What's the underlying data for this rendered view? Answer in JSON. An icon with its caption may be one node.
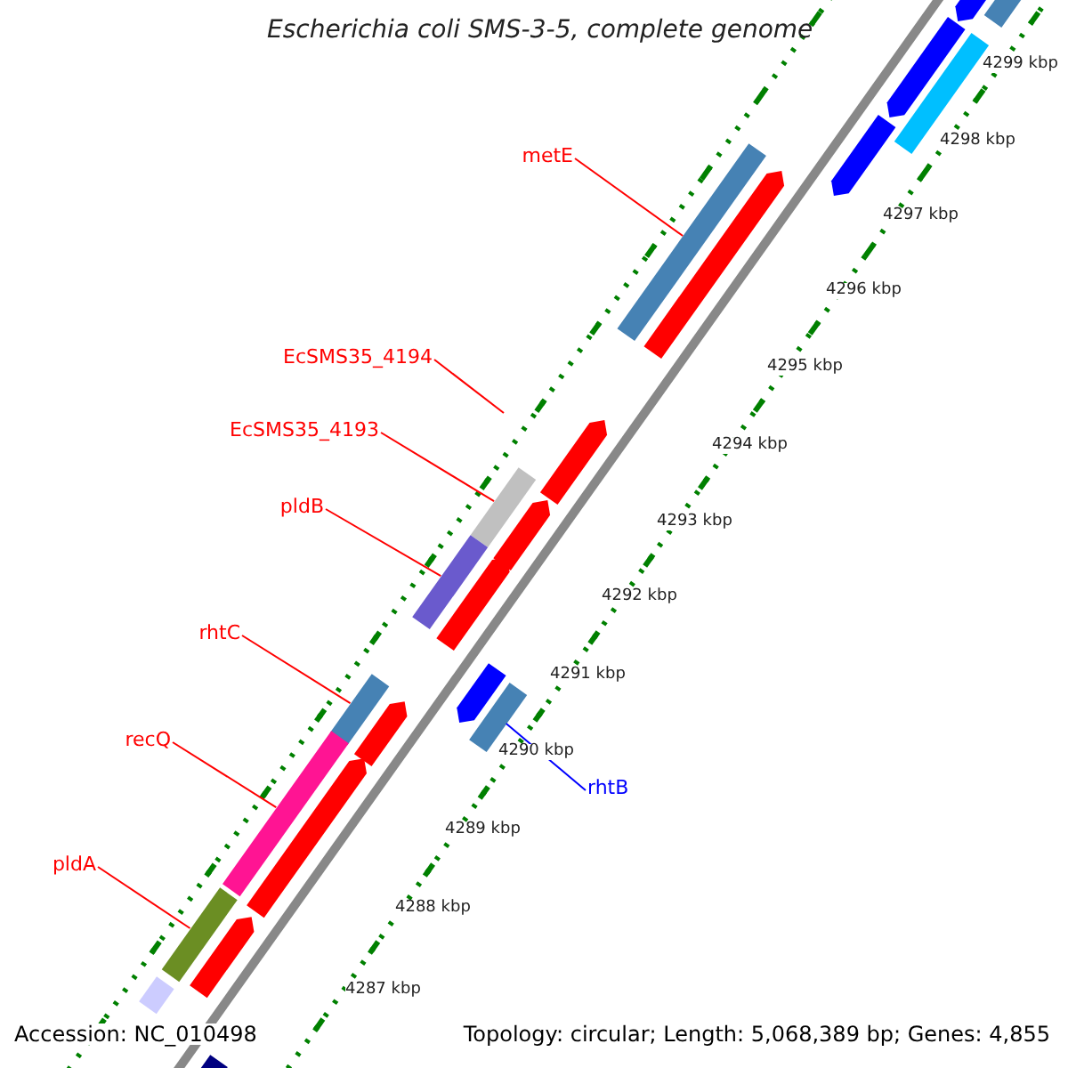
{
  "diagram": {
    "title": "Escherichia coli SMS-3-5, complete genome",
    "nodes": [
      {
        "text": [
          "metE"
        ]
      },
      {
        "text": [],
        "shape": "bar"
      },
      {
        "text": [
          "EcSMS35_4194"
        ]
      },
      {
        "text": [
          "EcSMS35_4193"
        ]
      },
      {
        "text": [],
        "shape": "bar"
      },
      {
        "text": [
          "pldB"
        ]
      },
      {
        "text": [],
        "shape": "bar"
      },
      {
        "text": [
          "rhtC"
        ]
      },
      {
        "text": [],
        "shape": "bar"
      },
      {
        "text": [
          "recQ"
        ]
      },
      {
        "text": [],
        "shape": "bar"
      },
      {
        "text": [
          "pldA"
        ]
      },
      {
        "text": [],
        "shape": "bar"
      },
      {
        "text": [
          "rhtB"
        ]
      },
      {
        "text": [],
        "shape": "bar"
      },
      {
        "text": [],
        "shape": "arrow"
      },
      {
        "text": [],
        "shape": "arrow"
      },
      {
        "text": [],
        "shape": "arrow"
      },
      {
        "text": [],
        "shape": "arrow"
      },
      {
        "text": [],
        "shape": "arrow"
      },
      {
        "text": [],
        "shape": "arrow"
      },
      {
        "text": [],
        "shape": "arrow"
      },
      {
        "text": [],
        "shape": "arrow"
      },
      {
        "text": [],
        "shape": "arrow"
      },
      {
        "text": [],
        "shape": "arrow"
      },
      {
        "text": [],
        "shape": "arrow"
      },
      {
        "text": [],
        "shape": "arrow"
      },
      {
        "text": [],
        "shape": "bar"
      },
      {
        "text": [],
        "shape": "bar"
      },
      {
        "text": [],
        "shape": "bar"
      }
    ],
    "edges": [
      {
        "from": 0,
        "to": 1,
        "arrow": "none"
      },
      {
        "from": 2,
        "to": null,
        "arrow": "none"
      },
      {
        "from": 3,
        "to": 4,
        "arrow": "none"
      },
      {
        "from": 5,
        "to": 6,
        "arrow": "none"
      },
      {
        "from": 7,
        "to": 8,
        "arrow": "none"
      },
      {
        "from": 9,
        "to": 10,
        "arrow": "none"
      },
      {
        "from": 11,
        "to": 12,
        "arrow": "none"
      },
      {
        "from": 13,
        "to": 14,
        "arrow": "none",
        "color": "#0000ff"
      }
    ],
    "labels": [
      "4299 kbp",
      "4298 kbp",
      "4297 kbp",
      "4296 kbp",
      "4295 kbp",
      "4294 kbp",
      "4293 kbp",
      "4292 kbp",
      "4291 kbp",
      "4290 kbp",
      "4289 kbp",
      "4288 kbp",
      "4287 kbp",
      "Accession: NC_010498",
      "Topology: circular; Length: 5,068,389 bp; Genes: 4,855"
    ]
  }
}
